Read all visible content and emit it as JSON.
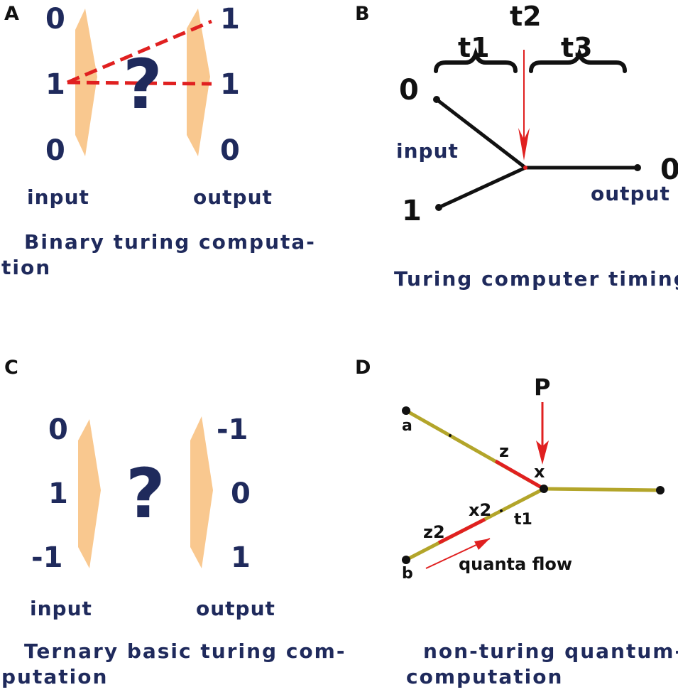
{
  "colors": {
    "navy": "#1f2a5c",
    "arrow_fill": "#f9c88f",
    "red": "#e02020",
    "olive": "#b3a52a",
    "black": "#111111"
  },
  "panel_a": {
    "letter": "A",
    "input_values": [
      "0",
      "1",
      "0"
    ],
    "output_values": [
      "1",
      "1",
      "0"
    ],
    "question": "?",
    "input_label": "input",
    "output_label": "output",
    "caption_line1": "Binary turing computa-",
    "caption_line2": "tion"
  },
  "panel_b": {
    "letter": "B",
    "t1": "t1",
    "t2": "t2",
    "t3": "t3",
    "input_top": "0",
    "input_bottom": "1",
    "output_value": "0",
    "input_label": "input",
    "output_label": "output",
    "caption": "Turing computer timing"
  },
  "panel_c": {
    "letter": "C",
    "input_values": [
      "0",
      "1",
      "-1"
    ],
    "output_values": [
      "-1",
      "0",
      "1"
    ],
    "question": "?",
    "input_label": "input",
    "output_label": "output",
    "caption_line1": "Ternary basic turing com-",
    "caption_line2": "putation"
  },
  "panel_d": {
    "letter": "D",
    "p_label": "P",
    "a_label": "a",
    "b_label": "b",
    "z_label": "z",
    "x_label": "x",
    "x2_label": "x2",
    "z2_label": "z2",
    "t1_label": "t1",
    "flow_label": "quanta flow",
    "caption_line1": "non-turing quantum-",
    "caption_line2": "computation"
  }
}
